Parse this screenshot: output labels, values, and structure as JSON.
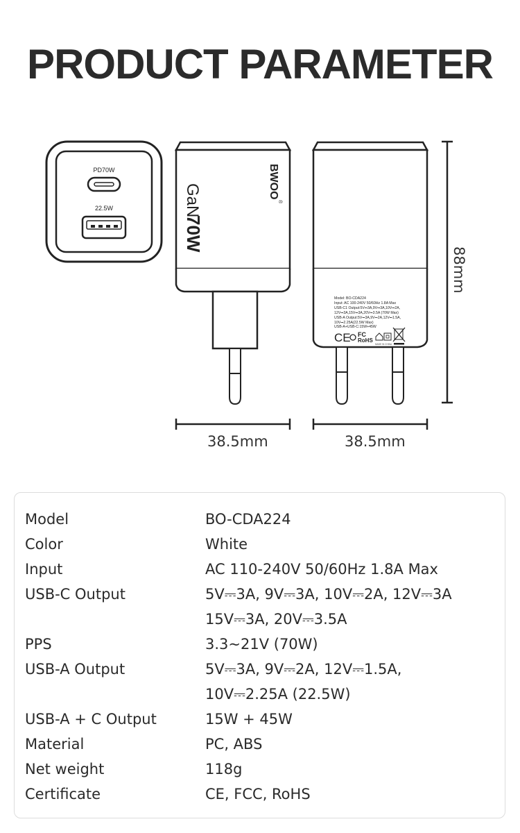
{
  "title": "PRODUCT PARAMETER",
  "front_view": {
    "pd_label": "PD70W",
    "usb_a_label": "22.5W"
  },
  "side_view": {
    "brand": "BWOO",
    "registered": "®",
    "gan": "GaN",
    "power": "70W"
  },
  "back_view": {
    "lines": [
      "Model: BO-CDA224",
      "Input: AC 100-240V 50/60Hz 1.8A Max",
      "USB-C1 Output:5V⎓3A,9V⎓3A,10V⎓2A,",
      "12V⎓3A,15V⎓3A,20V⎓3.5A (70W Max)",
      "USB-A Output:5V⎓3A,9V⎓2A,12V⎓1.5A,",
      "10V⎓2.25A(22.5W Max)",
      "USB-A+USB-C:15W+45W"
    ],
    "ce": "CE",
    "fc": "FC",
    "rohs": "RoHS",
    "made_in": "MADE IN CHINA"
  },
  "dimensions": {
    "width_side": "38.5mm",
    "width_back": "38.5mm",
    "height": "88mm"
  },
  "specs": [
    {
      "label": "Model",
      "lines": [
        "BO-CDA224"
      ]
    },
    {
      "label": "Color",
      "lines": [
        "White"
      ]
    },
    {
      "label": "Input",
      "lines": [
        "AC 110-240V 50/60Hz 1.8A Max"
      ]
    },
    {
      "label": "USB-C Output",
      "lines": [
        "5V⎓3A, 9V⎓3A, 10V⎓2A, 12V⎓3A",
        "15V⎓3A, 20V⎓3.5A"
      ]
    },
    {
      "label": "PPS",
      "lines": [
        "3.3~21V (70W)"
      ]
    },
    {
      "label": "USB-A Output",
      "lines": [
        "5V⎓3A, 9V⎓2A, 12V⎓1.5A,",
        "10V⎓2.25A (22.5W)"
      ]
    },
    {
      "label": "USB-A + C Output",
      "lines": [
        "15W + 45W"
      ]
    },
    {
      "label": "Material",
      "lines": [
        "PC, ABS"
      ]
    },
    {
      "label": "Net weight",
      "lines": [
        "118g"
      ]
    },
    {
      "label": "Certificate",
      "lines": [
        "CE, FCC, RoHS"
      ]
    }
  ]
}
